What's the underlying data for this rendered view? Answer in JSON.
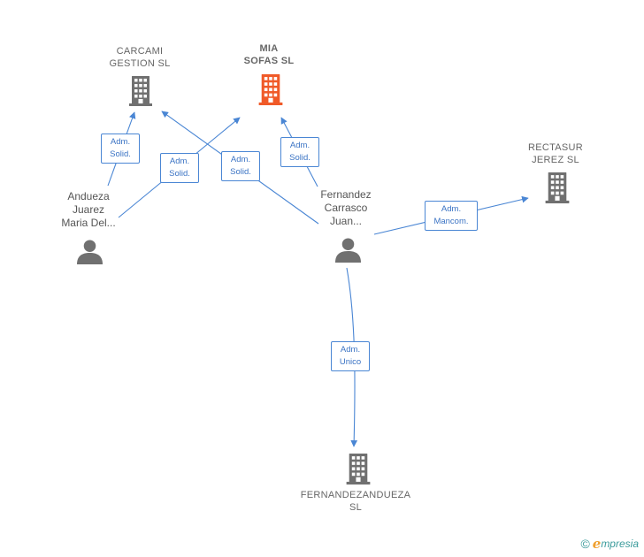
{
  "colors": {
    "edge": "#4a86d4",
    "company": "#707070",
    "company_highlight": "#f05a28",
    "person": "#707070"
  },
  "companies": [
    {
      "id": "carcami",
      "lines": [
        "CARCAMI",
        "GESTION  SL"
      ],
      "highlight": false,
      "icon": "building-icon"
    },
    {
      "id": "mia",
      "lines": [
        "MIA",
        "SOFAS  SL"
      ],
      "highlight": true,
      "icon": "building-icon"
    },
    {
      "id": "rectasur",
      "lines": [
        "RECTASUR",
        "JEREZ SL"
      ],
      "highlight": false,
      "icon": "building-icon"
    },
    {
      "id": "fernandezandueza",
      "lines": [
        "FERNANDEZANDUEZA",
        "SL"
      ],
      "highlight": false,
      "icon": "building-icon"
    }
  ],
  "persons": [
    {
      "id": "andueza",
      "lines": [
        "Andueza",
        "Juarez",
        "Maria Del..."
      ],
      "icon": "person-icon"
    },
    {
      "id": "fernandez",
      "lines": [
        "Fernandez",
        "Carrasco",
        "Juan..."
      ],
      "icon": "person-icon"
    }
  ],
  "relations": [
    {
      "id": "r1",
      "from": "andueza",
      "to": "carcami",
      "lines": [
        "Adm.",
        "Solid."
      ]
    },
    {
      "id": "r2",
      "from": "andueza",
      "to": "mia",
      "lines": [
        "Adm.",
        "Solid."
      ]
    },
    {
      "id": "r3",
      "from": "fernandez",
      "to": "carcami",
      "lines": [
        "Adm.",
        "Solid."
      ]
    },
    {
      "id": "r4",
      "from": "fernandez",
      "to": "mia",
      "lines": [
        "Adm.",
        "Solid."
      ]
    },
    {
      "id": "r5",
      "from": "fernandez",
      "to": "rectasur",
      "lines": [
        "Adm.",
        "Mancom."
      ]
    },
    {
      "id": "r6",
      "from": "fernandez",
      "to": "fernandezandueza",
      "lines": [
        "Adm.",
        "Unico"
      ]
    }
  ],
  "footer": {
    "copyright": "©",
    "brand_initial": "e",
    "brand_rest": "mpresia"
  }
}
